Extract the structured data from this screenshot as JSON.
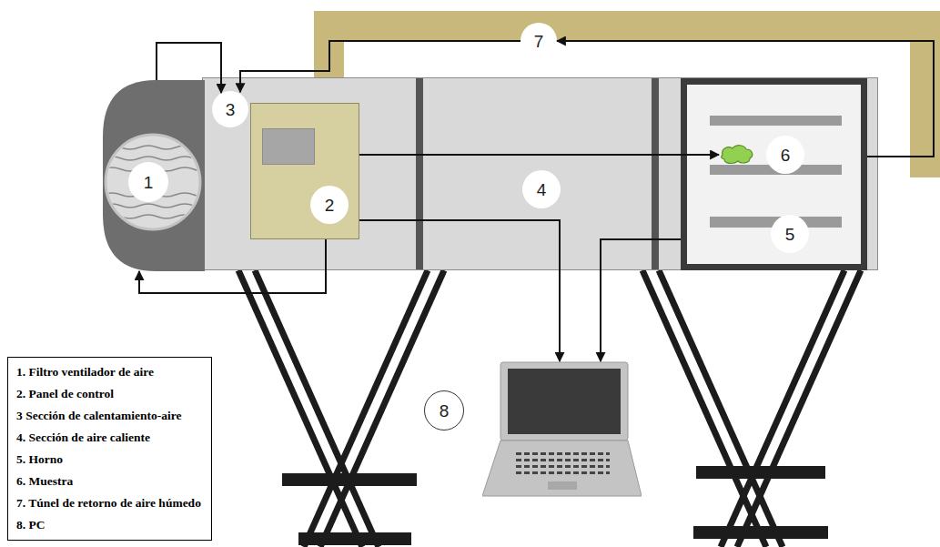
{
  "diagram": {
    "nodes": [
      {
        "text": [
          "4"
        ]
      },
      {
        "text": [
          "1"
        ]
      },
      {
        "text": [
          "2"
        ],
        "in": 0
      },
      {
        "text": [
          "3"
        ],
        "in": 0
      },
      {
        "text": [
          "5"
        ],
        "in": 0
      },
      {
        "text": [
          "6"
        ],
        "in": 4
      },
      {
        "text": [
          "7"
        ]
      },
      {
        "text": [
          "8"
        ]
      },
      {
        "text": [
          "1. Filtro ventilador de aire",
          "2. Panel de control",
          "3 Sección de calentamiento-aire",
          "4. Sección de aire caliente",
          "5. Horno",
          "6. Muestra",
          "7. Túnel de retorno de aire húmedo",
          "8. PC"
        ]
      }
    ],
    "edges": [
      {
        "from": 1,
        "to": 3,
        "arrow": "to"
      },
      {
        "from": 2,
        "to": 1,
        "arrow": "to"
      },
      {
        "from": 2,
        "to": 5,
        "arrow": "to"
      },
      {
        "from": 2,
        "to": 7,
        "arrow": "to"
      },
      {
        "from": 4,
        "to": 7,
        "arrow": "to"
      },
      {
        "from": 4,
        "to": 6,
        "arrow": "to"
      },
      {
        "from": 6,
        "to": 3,
        "arrow": "to"
      }
    ]
  }
}
